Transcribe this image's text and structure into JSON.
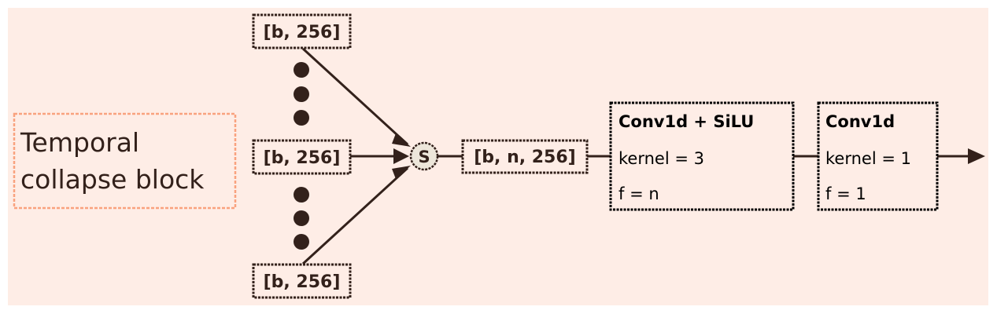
{
  "title_box": {
    "line1": "Temporal",
    "line2": "collapse block"
  },
  "inputs": {
    "top": "[b, 256]",
    "middle": "[b, 256]",
    "bottom": "[b, 256]"
  },
  "stack_node": {
    "label": "S"
  },
  "stacked_shape": "[b, n, 256]",
  "conv_silu": {
    "title": "Conv1d + SiLU",
    "kernel": "kernel = 3",
    "filters": "f = n"
  },
  "conv_out": {
    "title": "Conv1d",
    "kernel": "kernel = 1",
    "filters": "f = 1"
  },
  "colors": {
    "background": "#feede6",
    "title_border": "#f9a27e",
    "ink": "#33211b",
    "node_fill": "#ede6da",
    "box_text": "#000000"
  }
}
